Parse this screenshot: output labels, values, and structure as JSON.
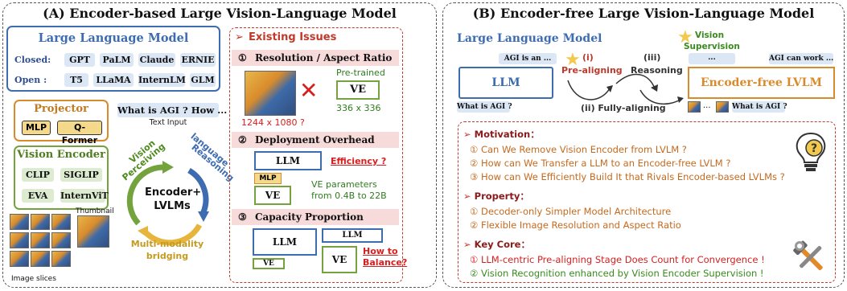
{
  "panelA": {
    "title": "(A) Encoder-based Large Vision-Language Model",
    "llm": {
      "title": "Large Language Model",
      "closed_label": "Closed:",
      "closed_models": [
        "GPT",
        "PaLM",
        "Claude",
        "ERNIE"
      ],
      "open_label": "Open :",
      "open_models": [
        "T5",
        "LLaMA",
        "InternLM",
        "GLM"
      ]
    },
    "projector": {
      "title": "Projector",
      "items": [
        "MLP",
        "Q- Former"
      ]
    },
    "text_input": {
      "chip": "What is AGI ? How ...",
      "label": "Text Input"
    },
    "vision_encoder": {
      "title": "Vision Encoder",
      "items": [
        "CLIP",
        "SIGLIP",
        "EVA",
        "InternViT"
      ]
    },
    "cycle": {
      "center": "Encoder+ LVLMs",
      "center_line1": "Encoder+",
      "center_line2": "LVLMs",
      "vision_line1": "Vision",
      "vision_line2": "Perceiving",
      "language_line1": "language",
      "language_line2": "Reasoning",
      "bridge_line1": "Multi-modality",
      "bridge_line2": "bridging"
    },
    "thumbnail_label": "Thumbnail",
    "slices_label": "Image slices",
    "issues": {
      "title": "Existing Issues",
      "sections": [
        {
          "num": "①",
          "title": "Resolution / Aspect Ratio"
        },
        {
          "num": "②",
          "title": "Deployment Overhead"
        },
        {
          "num": "③",
          "title": "Capacity Proportion"
        }
      ],
      "res": {
        "pretrained": "Pre-trained",
        "ve": "VE",
        "size_ve": "336 x 336",
        "size_img": "1244 x 1080 ?"
      },
      "deploy": {
        "llm": "LLM",
        "mlp": "MLP",
        "ve": "VE",
        "efficiency": "Efficiency ?",
        "params_line1": "VE parameters",
        "params_line2": "from 0.4B to 22B"
      },
      "capacity": {
        "llm_big": "LLM",
        "ve_small": "VE",
        "llm_small": "LLM",
        "ve_big": "VE",
        "balance_line1": "How to",
        "balance_line2": "Balance?"
      }
    }
  },
  "panelB": {
    "title": "(B) Encoder-free Large Vision-Language Model",
    "llm_label": "Large Language Model",
    "llm_box": "LLM",
    "llm_chip": "AGI is an ...",
    "llm_question": "What is AGI ?",
    "vision_supervision_line1": "Vision",
    "vision_supervision_line2": "Supervision",
    "stage_i": "(i)",
    "stage_i_name": "Pre-aligning",
    "stage_ii": "(ii) Fully-aligning",
    "stage_iii": "(iii)",
    "stage_iii_name": "Reasoning",
    "efree_box": "Encoder-free LVLM",
    "efree_chip_left": "...",
    "efree_chip_right": "AGI can work ...",
    "efree_question": "What is AGI ?",
    "efree_dots": "...",
    "motivation": {
      "title": "Motivation",
      "items": [
        "① Can We Remove Vision Encoder from LVLM ?",
        "② How can We Transfer a LLM to an Encoder-free LVLM ?",
        "③ How can We Efficiently Build It that Rivals Encoder-based LVLMs ?"
      ]
    },
    "property": {
      "title": "Property",
      "items": [
        "① Decoder-only Simpler Model Architecture",
        "② Flexible Image Resolution and Aspect Ratio"
      ]
    },
    "keycore": {
      "title": "Key Core",
      "items": [
        "① LLM-centric Pre-aligning Stage Does Count for Convergence !",
        "② Vision Recognition enhanced by Vision Encoder Supervision !"
      ]
    },
    "colon": "："
  },
  "colors": {
    "blue": "#3d6cb0",
    "orange": "#d98b2b",
    "green": "#74a23d",
    "red": "#c0392b",
    "yellow": "#f2c94c",
    "issue_bg": "#f7dada"
  }
}
